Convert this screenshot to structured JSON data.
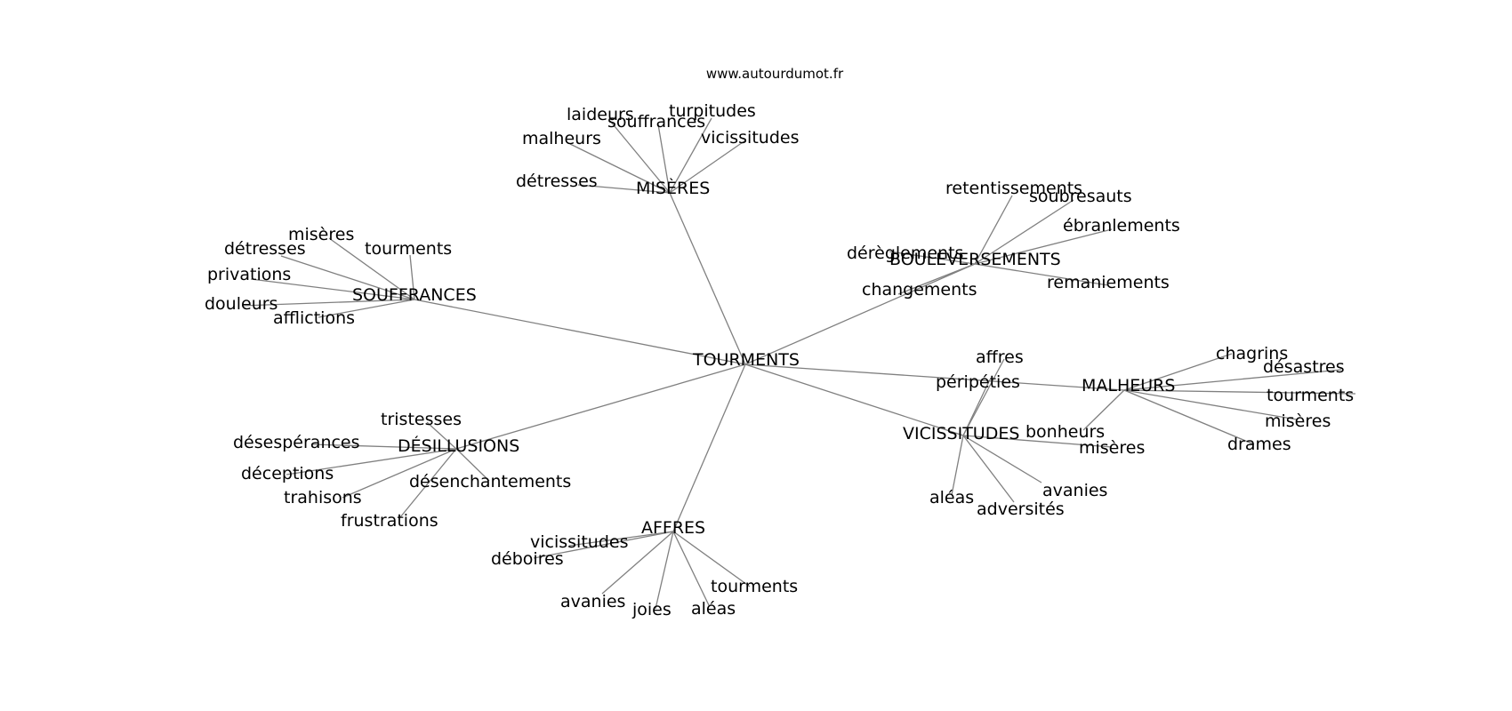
{
  "watermark": "www.autourdumot.fr",
  "root": "TOURMENTS",
  "hubs": [
    {
      "id": "miseres",
      "label": "MISÈRES",
      "leaves": [
        "détresses",
        "malheurs",
        "laideurs",
        "souffrances",
        "turpitudes",
        "vicissitudes"
      ]
    },
    {
      "id": "souffrances",
      "label": "SOUFFRANCES",
      "leaves": [
        "misères",
        "détresses",
        "tourments",
        "privations",
        "douleurs",
        "afflictions"
      ]
    },
    {
      "id": "bouleversements",
      "label": "BOULEVERSEMENTS",
      "leaves": [
        "retentissements",
        "soubresauts",
        "ébranlements",
        "dérèglements",
        "changements",
        "remaniements"
      ]
    },
    {
      "id": "malheurs",
      "label": "MALHEURS",
      "leaves": [
        "chagrins",
        "désastres",
        "tourments",
        "misères",
        "drames",
        "bonheurs"
      ]
    },
    {
      "id": "vicissitudes",
      "label": "VICISSITUDES",
      "leaves": [
        "affres",
        "péripéties",
        "misères",
        "avanies",
        "adversités",
        "aléas"
      ]
    },
    {
      "id": "desillusions",
      "label": "DÉSILLUSIONS",
      "leaves": [
        "tristesses",
        "désespérances",
        "déceptions",
        "trahisons",
        "frustrations",
        "désenchantements"
      ]
    },
    {
      "id": "affres",
      "label": "AFFRES",
      "leaves": [
        "vicissitudes",
        "déboires",
        "avanies",
        "joies",
        "aléas",
        "tourments"
      ]
    }
  ]
}
